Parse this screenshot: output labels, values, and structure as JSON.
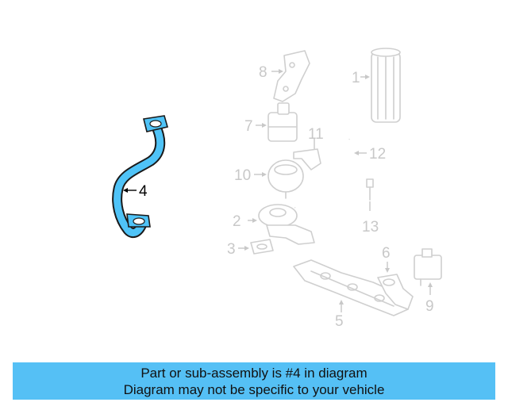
{
  "diagram": {
    "highlight_color": "#4fc3f7",
    "highlighted_part": "4",
    "callouts": {
      "p1": "1",
      "p2": "2",
      "p3": "3",
      "p4": "4",
      "p5": "5",
      "p6": "6",
      "p7": "7",
      "p8": "8",
      "p9": "9",
      "p10": "10",
      "p11": "11",
      "p12": "12",
      "p13": "13"
    }
  },
  "banner": {
    "background": "#55c0f5",
    "line1": "Part or sub-assembly is #4 in diagram",
    "line2": "Diagram may not be specific to your vehicle"
  }
}
